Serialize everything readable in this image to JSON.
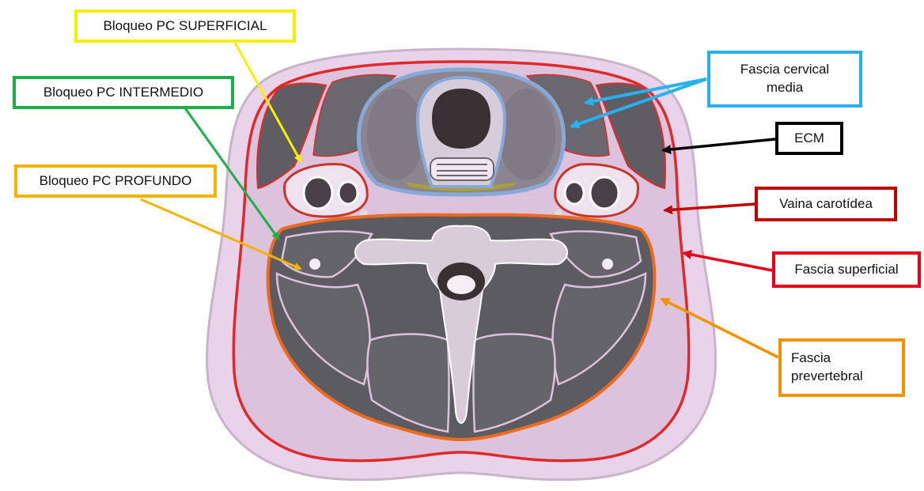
{
  "colors": {
    "background": "#ffffff",
    "skin": "#e9d3ea",
    "muscle": "#5f5d63",
    "bone": "#d8ccd8",
    "superficial_fascia": "#e02a2a",
    "prevertebral_fascia": "#ee6a1e",
    "middle_cervical_fascia": "#86a9d8",
    "carotid_sheath": "#c8342a",
    "thyroid": "#8c8590",
    "trachea_lumen": "#3a3033"
  },
  "labels": {
    "superficial_block": {
      "text": "Bloqueo PC SUPERFICIAL",
      "color": "#f4f000"
    },
    "intermediate_block": {
      "text": "Bloqueo PC INTERMEDIO",
      "color": "#1eae4a"
    },
    "deep_block": {
      "text": "Bloqueo PC PROFUNDO",
      "color": "#f3b400"
    },
    "middle_cervical_fascia": {
      "line1": "Fascia cervical",
      "line2": "media",
      "color": "#27b2ef"
    },
    "ecm": {
      "text": "ECM",
      "color": "#000000"
    },
    "carotid_sheath": {
      "text": "Vaina carotídea",
      "color": "#c00000"
    },
    "superficial_fascia": {
      "text": "Fascia superficial",
      "color": "#e8001a"
    },
    "prevertebral_fascia": {
      "line1": "Fascia",
      "line2": "prevertebral",
      "color": "#f39200"
    }
  }
}
